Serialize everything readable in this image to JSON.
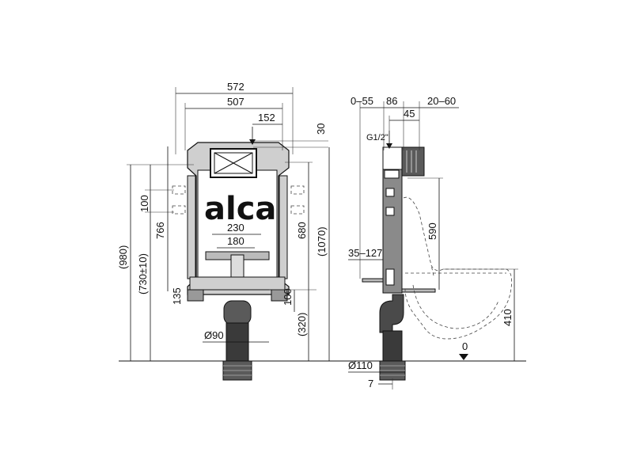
{
  "brand": {
    "logo_text": "alca"
  },
  "front_view": {
    "dims": {
      "width_572": "572",
      "width_507": "507",
      "width_152": "152",
      "height_30": "30",
      "height_100_top": "100",
      "height_766": "766",
      "height_980": "(980)",
      "height_730": "(730±10)",
      "height_680": "680",
      "height_1070": "(1070)",
      "width_230": "230",
      "width_180": "180",
      "height_135": "135",
      "height_100_bottom": "100",
      "height_320": "(320)",
      "diameter_90": "Ø90"
    }
  },
  "side_view": {
    "dims": {
      "range_0_55": "0–55",
      "depth_86": "86",
      "range_20_60": "20–60",
      "depth_45": "45",
      "thread": "G1/2\"",
      "height_590": "590",
      "range_35_127": "35–127",
      "height_410": "410",
      "zero": "0",
      "diameter_110": "Ø110",
      "offset_7": "7"
    }
  },
  "colors": {
    "frame_fill": "#cfcfcf",
    "dark_part": "#3a3a3a",
    "line": "#111111"
  }
}
